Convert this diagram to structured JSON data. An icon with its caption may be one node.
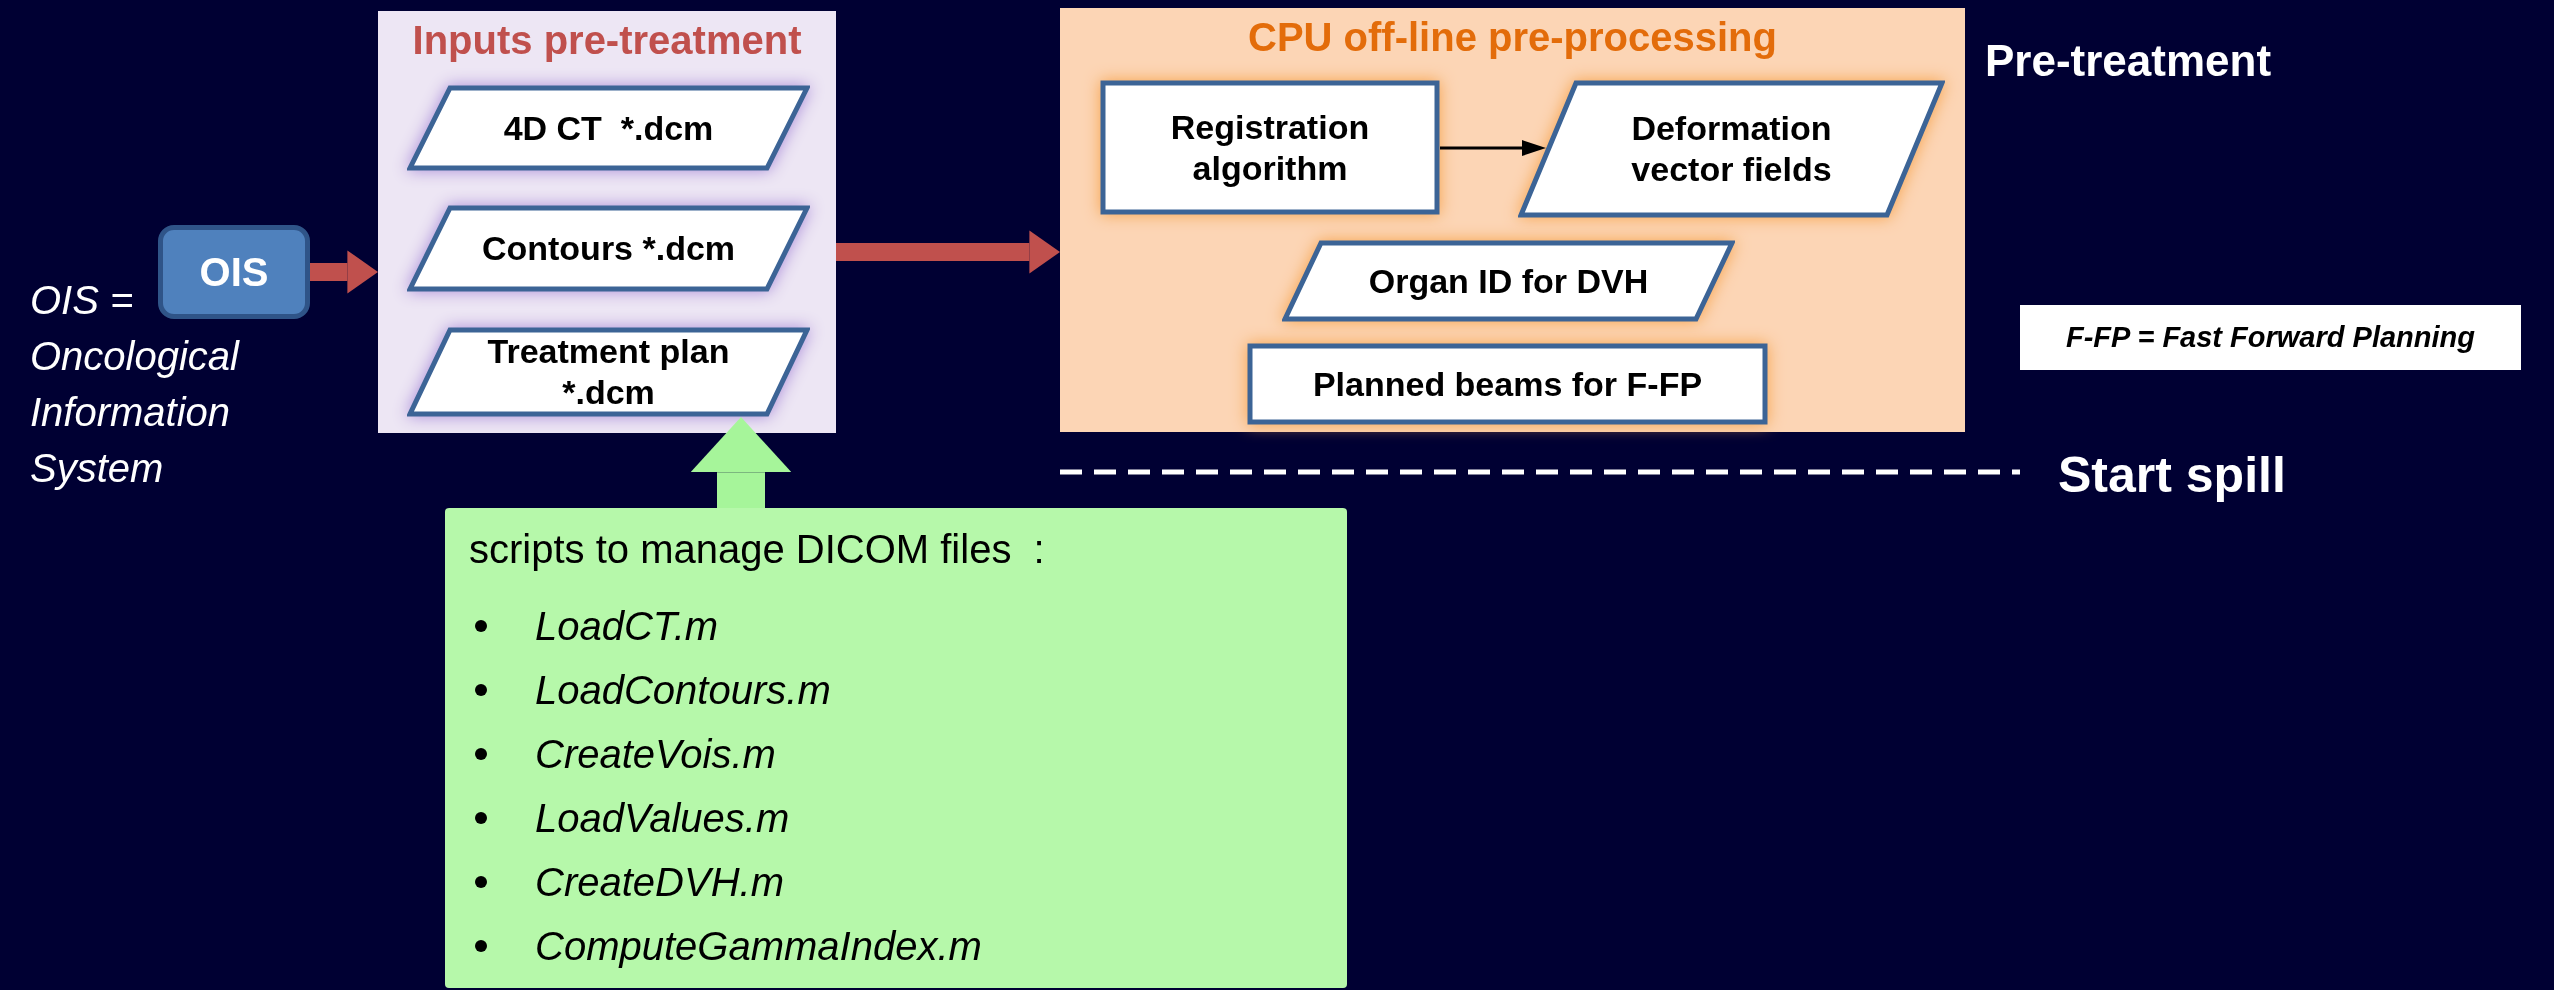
{
  "diagram": {
    "nodes": [
      {
        "text": [
          "Inputs pre-treatment"
        ]
      },
      {
        "text": [
          "4D CT  *.dcm"
        ],
        "in": 0
      },
      {
        "text": [
          "Contours *.dcm"
        ],
        "in": 0
      },
      {
        "text": [
          "Treatment plan *.dcm"
        ],
        "in": 0
      },
      {
        "text": [
          "OIS"
        ]
      },
      {
        "text": [
          "CPU off-line pre-processing"
        ]
      },
      {
        "text": [
          "Registration algorithm"
        ],
        "in": 5
      },
      {
        "text": [
          "Deformation vector fields"
        ],
        "in": 5
      },
      {
        "text": [
          "Organ ID for DVH"
        ],
        "in": 5
      },
      {
        "text": [
          "Planned beams for F-FP"
        ],
        "in": 5
      },
      {
        "text": [
          "scripts to manage DICOM files  :",
          "LoadCT.m",
          "LoadContours.m",
          "CreateVois.m",
          "LoadValues.m",
          "CreateDVH.m",
          "ComputeGammaIndex.m"
        ]
      }
    ],
    "edges": [
      {
        "from": 4,
        "to": 0,
        "arrow": "to"
      },
      {
        "from": 0,
        "to": 5,
        "arrow": "to"
      },
      {
        "from": 6,
        "to": 7,
        "arrow": "to",
        "color": "#000000"
      },
      {
        "from": 10,
        "to": 3,
        "arrow": "to",
        "style": "thick",
        "color": "#a6f59a"
      }
    ],
    "labels": [
      "OIS = Oncological Information System",
      "Pre-treatment",
      "F-FP = Fast Forward Planning",
      "Start spill"
    ]
  }
}
